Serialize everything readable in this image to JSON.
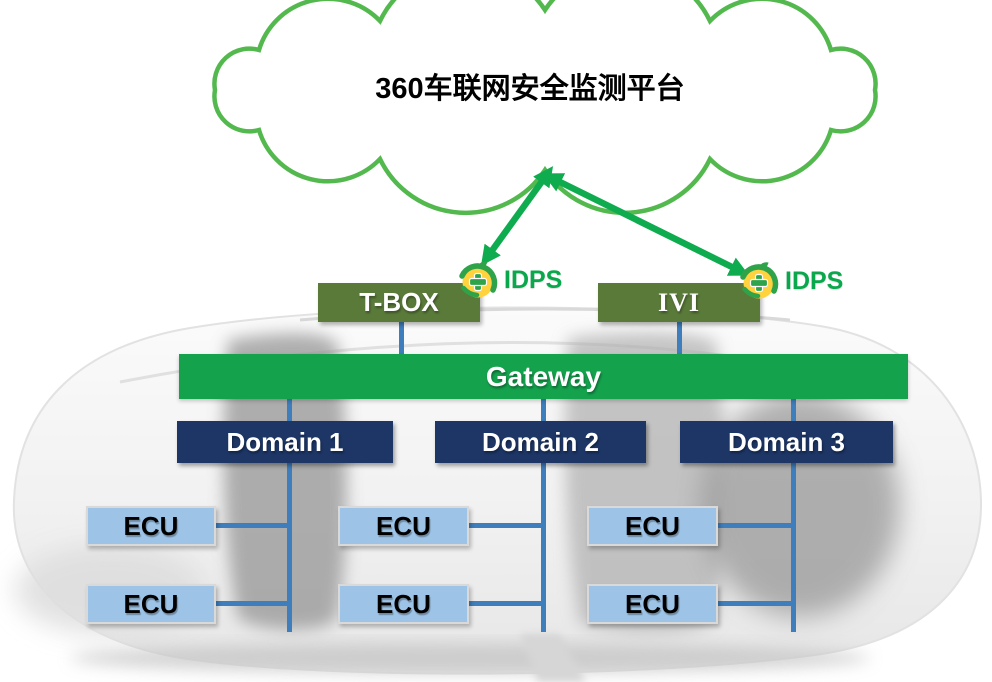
{
  "colors": {
    "cloud_outline": "#53B94E",
    "arrow_green": "#0FAC4F",
    "idps_text_green": "#0AA84C",
    "idps_ball_yellow": "#FFD23E",
    "idps_cross_green": "#2EA34A",
    "olive_box": "#5A7A3A",
    "gateway_green": "#14A24D",
    "domain_navy": "#1D3666",
    "ecu_blue": "#9DC3E6",
    "ecu_border": "#D9D9D9",
    "bus_blue": "#3E7EBC",
    "text_white": "#FFFFFF",
    "text_black": "#000000"
  },
  "cloud": {
    "title": "360车联网安全监测平台"
  },
  "security_overlays": [
    {
      "label": "IDPS"
    },
    {
      "label": "IDPS"
    }
  ],
  "nodes": {
    "tbox": {
      "label": "T-BOX"
    },
    "ivi": {
      "label": "IVI"
    },
    "gateway": {
      "label": "Gateway"
    },
    "domains": [
      {
        "label": "Domain 1"
      },
      {
        "label": "Domain 2"
      },
      {
        "label": "Domain 3"
      }
    ],
    "ecus": [
      {
        "label": "ECU"
      },
      {
        "label": "ECU"
      },
      {
        "label": "ECU"
      },
      {
        "label": "ECU"
      },
      {
        "label": "ECU"
      },
      {
        "label": "ECU"
      }
    ]
  }
}
